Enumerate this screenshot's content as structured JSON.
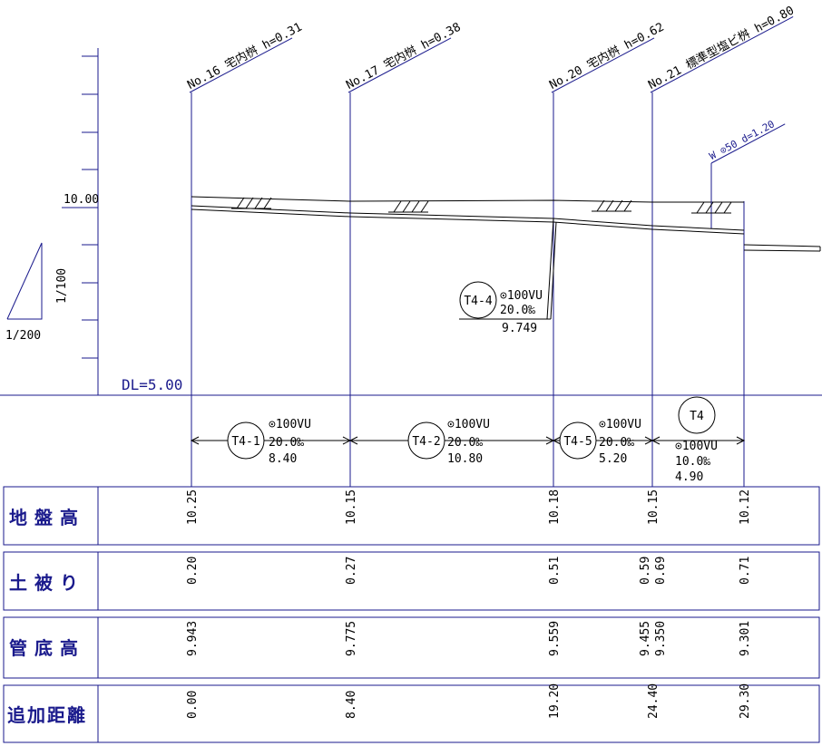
{
  "stations": [
    {
      "label": "No.16 宅内桝 h=0.31",
      "ground": "10.25",
      "cover": "0.20",
      "invert": "9.943",
      "distance": "0.00"
    },
    {
      "label": "No.17 宅内桝 h=0.38",
      "ground": "10.15",
      "cover": "0.27",
      "invert": "9.775",
      "distance": "8.40"
    },
    {
      "label": "No.20 宅内桝 h=0.62",
      "ground": "10.18",
      "cover": "0.51",
      "invert": "9.559",
      "distance": "19.20"
    },
    {
      "label": "No.21 標準型塩ビ桝 h=0.80",
      "ground": "10.15",
      "cover": "0.59",
      "cover2": "0.69",
      "invert": "9.455",
      "invert2": "9.350",
      "distance": "24.40"
    },
    {
      "label": "",
      "ground": "10.12",
      "cover": "0.71",
      "invert": "9.301",
      "distance": "29.30"
    }
  ],
  "branch_label": "W ⊙50 d=1.20",
  "level_label": "10.00",
  "datum_label": "DL=5.00",
  "scale": {
    "vertical": "1/100",
    "horizontal": "1/200"
  },
  "pipes": [
    {
      "id": "T4-1",
      "spec": "⊙100VU",
      "slope": "20.0‰",
      "length": "8.40"
    },
    {
      "id": "T4-2",
      "spec": "⊙100VU",
      "slope": "20.0‰",
      "length": "10.80"
    },
    {
      "id": "T4-5",
      "spec": "⊙100VU",
      "slope": "20.0‰",
      "length": "5.20"
    },
    {
      "id": "T4",
      "spec": "⊙100VU",
      "slope": "10.0‰",
      "length": "4.90"
    }
  ],
  "branch_pipe": {
    "id": "T4-4",
    "spec": "⊙100VU",
    "slope": "20.0‰",
    "length": "9.749"
  },
  "rows": {
    "ground": "地盤高",
    "cover": "土被り",
    "invert": "管底高",
    "distance": "追加距離"
  },
  "colors": {
    "line": "#1a1a8c",
    "ink": "#000000"
  }
}
